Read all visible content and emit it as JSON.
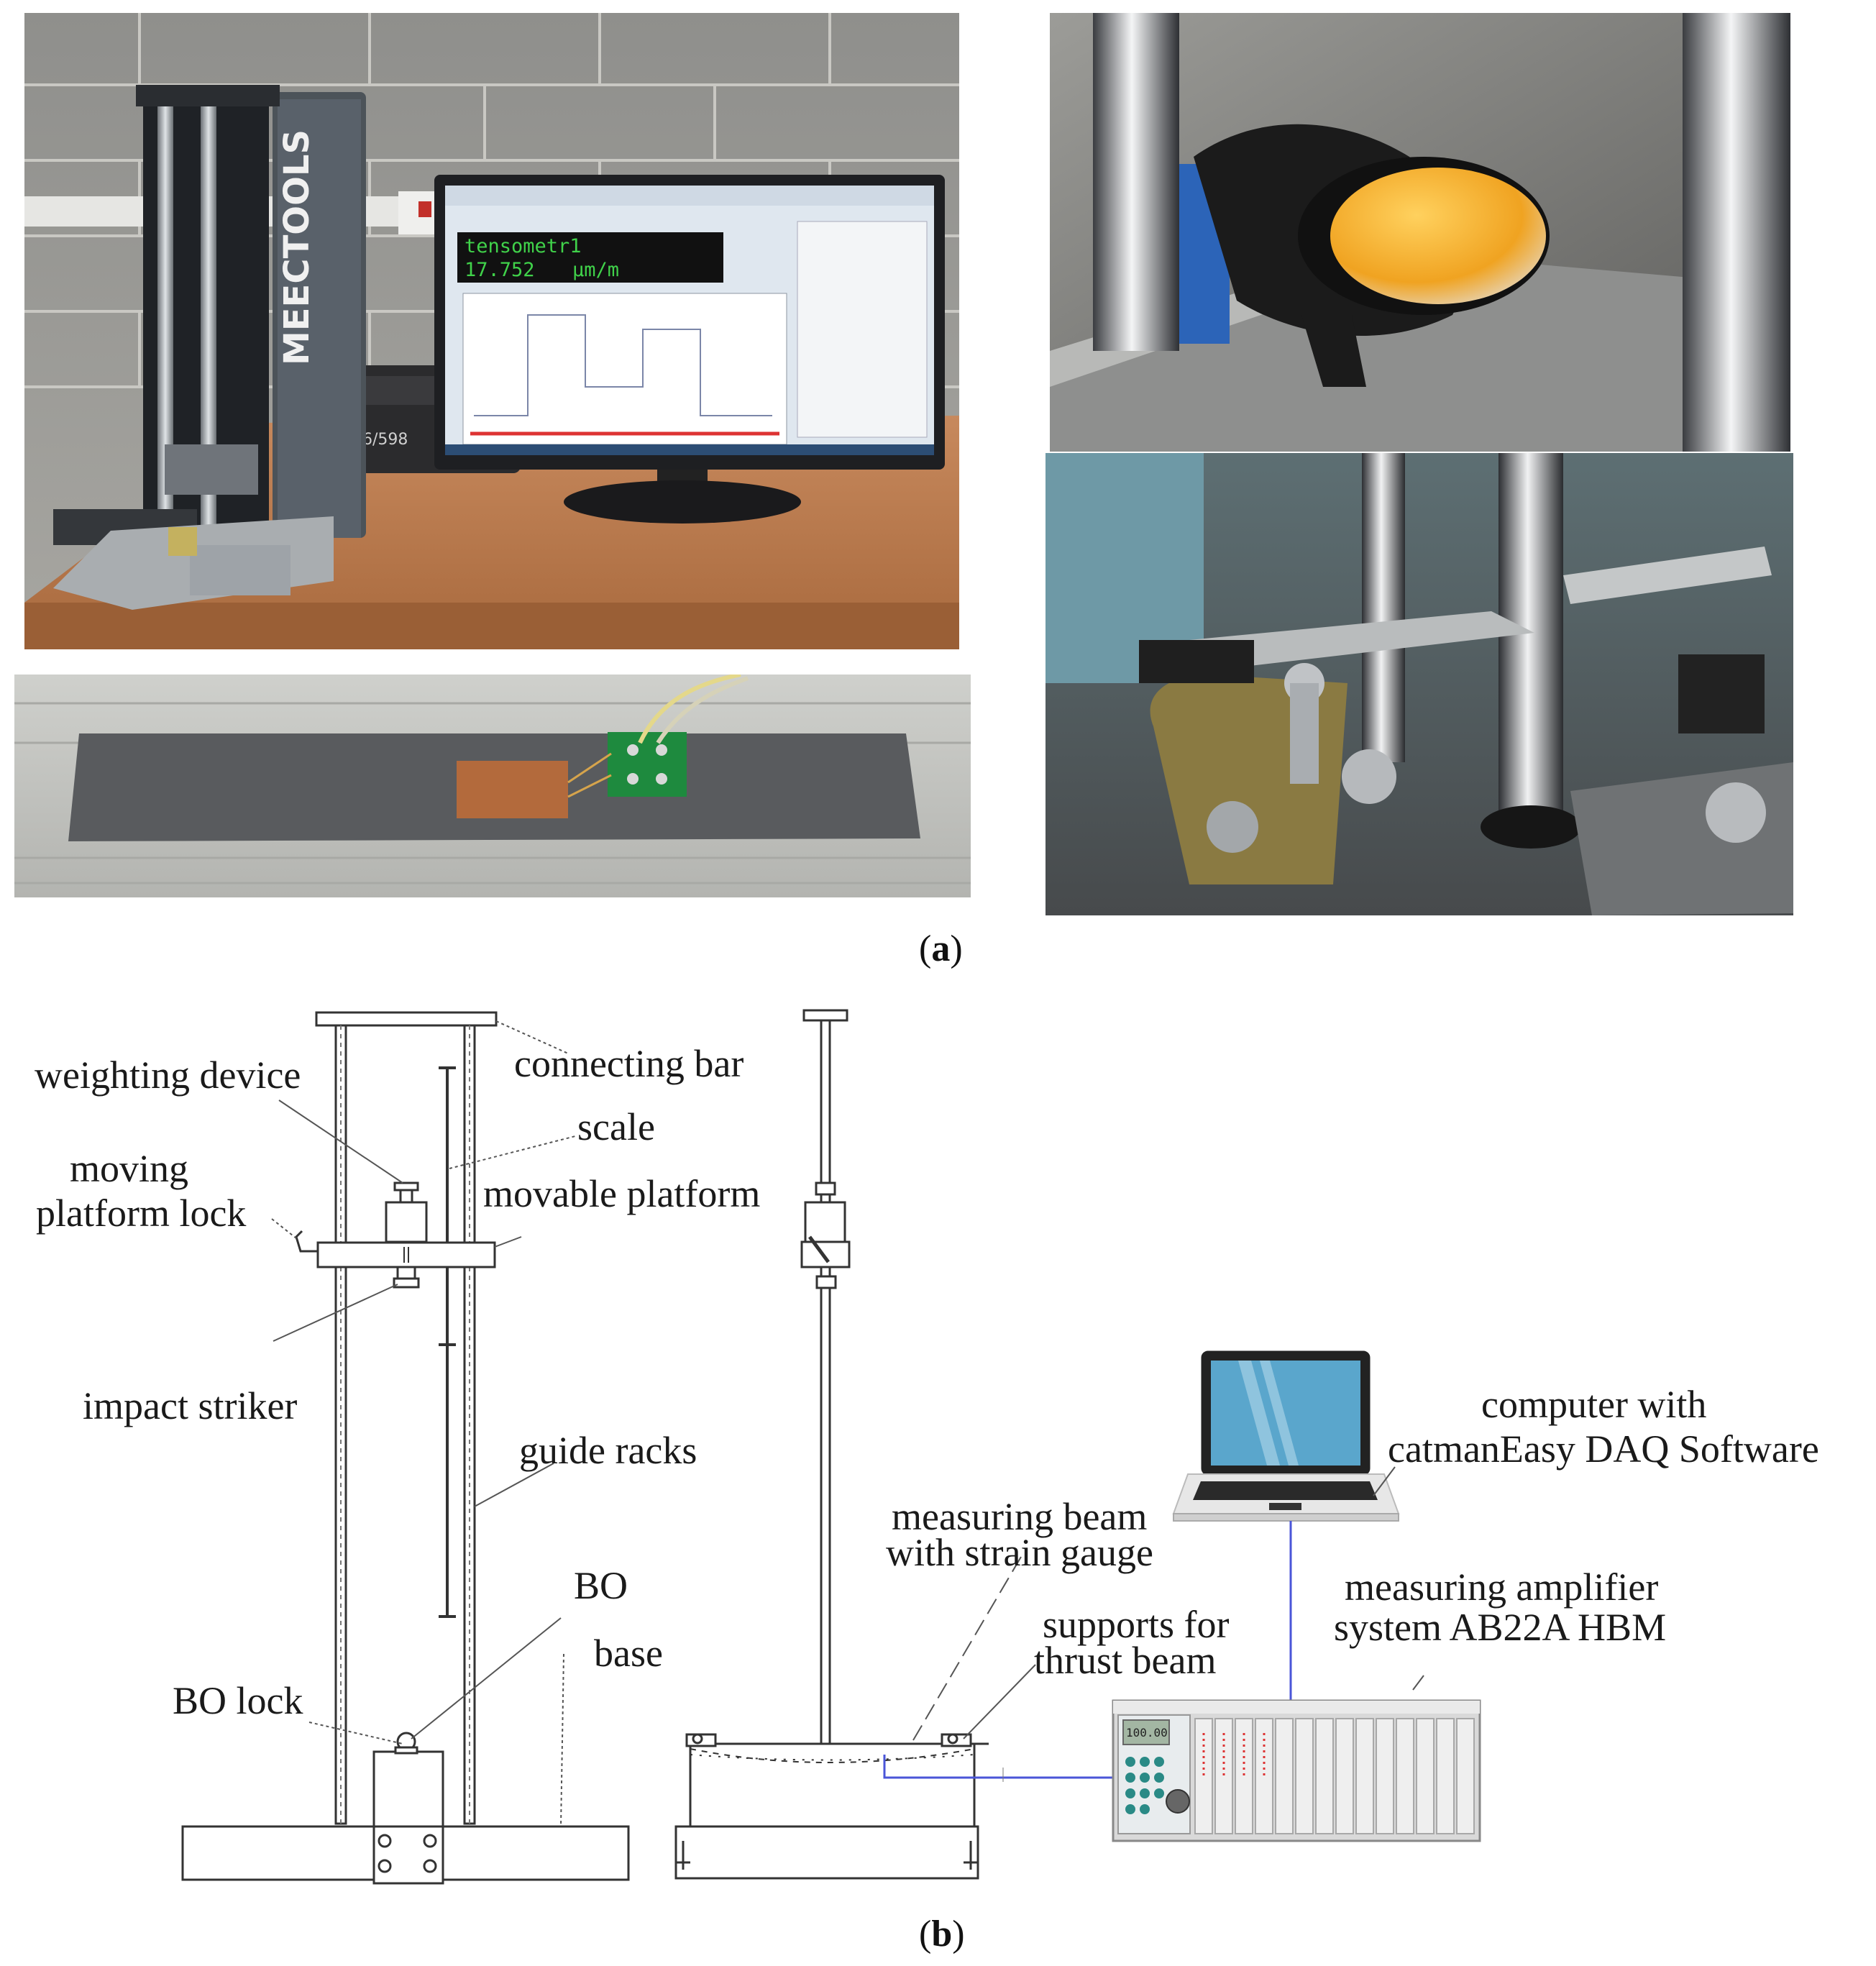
{
  "panel_a": {
    "caption_letter": "a",
    "photo_main": {
      "brand_text": "MEECTOOLS",
      "monitor_channel": "tensometr1",
      "monitor_value": "17.752",
      "monitor_unit": "µm/m",
      "serial_mark": "6/598"
    }
  },
  "panel_b": {
    "caption_letter": "b",
    "labels": {
      "weighting_device": "weighting device",
      "connecting_bar": "connecting bar",
      "scale": "scale",
      "moving_platform_lock_1": "moving",
      "moving_platform_lock_2": "platform lock",
      "movable_platform": "movable platform",
      "impact_striker": "impact striker",
      "guide_racks": "guide racks",
      "bo": "BO",
      "bo_lock": "BO lock",
      "base": "base",
      "measuring_beam_1": "measuring beam",
      "measuring_beam_2": "with strain gauge",
      "supports_1": "supports for",
      "supports_2": "thrust beam",
      "computer_1": "computer with",
      "computer_2": "catmanEasy DAQ Software",
      "amplifier_1": "measuring amplifier",
      "amplifier_2": "system AB22A HBM"
    },
    "amplifier_display": "100.00"
  },
  "colors": {
    "wire": "#4a55d8",
    "laptop_screen": "#5aa6cc",
    "line": "#333333"
  }
}
